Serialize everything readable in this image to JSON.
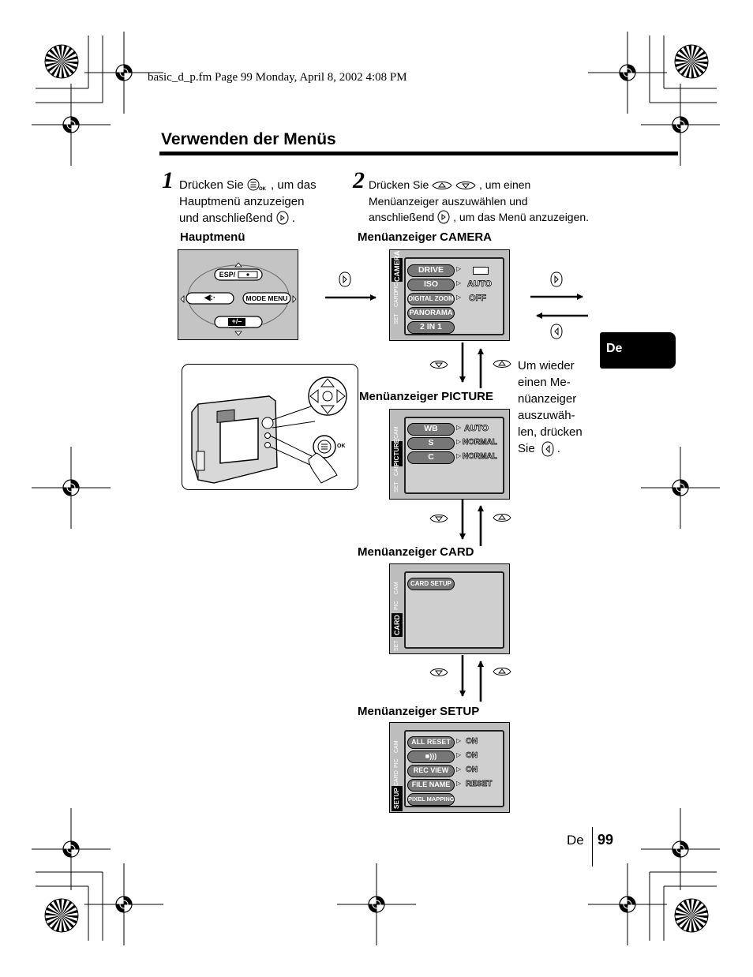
{
  "header": {
    "file_line": "basic_d_p.fm  Page 99  Monday, April 8, 2002  4:08 PM"
  },
  "title": "Verwenden der Menüs",
  "step1": {
    "num": "1",
    "line1_a": "Drücken Sie",
    "line1_b": ", um das",
    "line2": "Hauptmenü anzuzeigen",
    "line3": "und anschließend",
    "line3_end": "."
  },
  "step2": {
    "num": "2",
    "line1_a": "Drücken Sie",
    "line1_b": ", um einen",
    "line2": "Menüanzeiger auszuwählen und",
    "line3_a": "anschließend",
    "line3_b": ", um das Menü anzuzeigen."
  },
  "labels": {
    "hauptmenu": "Hauptmenü",
    "camera": "Menüanzeiger CAMERA",
    "picture": "Menüanzeiger PICTURE",
    "card": "Menüanzeiger CARD",
    "setup": "Menüanzeiger SETUP"
  },
  "side_note": [
    "Um wieder",
    "einen Me-",
    "nüanzeiger",
    "auszuwäh-",
    "len, drücken",
    "Sie"
  ],
  "side_note_end": ".",
  "hauptmenu_screen": {
    "top": "ESP/",
    "left": "◀:·",
    "right": "MODE MENU",
    "bottom": "+/–"
  },
  "camera_screen": {
    "tabs": [
      "SET",
      "CARD",
      "PIC",
      "CAMERA"
    ],
    "items": [
      {
        "label": "DRIVE",
        "value": ""
      },
      {
        "label": "ISO",
        "value": "AUTO"
      },
      {
        "label": "DIGITAL ZOOM",
        "value": "OFF"
      },
      {
        "label": "PANORAMA",
        "value": ""
      },
      {
        "label": "2  IN  1",
        "value": ""
      }
    ]
  },
  "picture_screen": {
    "tabs": [
      "SET",
      "CARD",
      "PICTURE",
      "CAM"
    ],
    "items": [
      {
        "label": "WB",
        "value": "AUTO"
      },
      {
        "label": "S",
        "value": "NORMAL"
      },
      {
        "label": "C",
        "value": "NORMAL"
      }
    ]
  },
  "card_screen": {
    "tabs": [
      "SET",
      "CARD",
      "PIC",
      "CAM"
    ],
    "items": [
      {
        "label": "CARD SETUP",
        "value": ""
      }
    ]
  },
  "setup_screen": {
    "tabs": [
      "SETUP",
      "CARD",
      "PIC",
      "CAM"
    ],
    "items": [
      {
        "label": "ALL  RESET",
        "value": "ON"
      },
      {
        "label": "■)))",
        "value": "ON"
      },
      {
        "label": "REC  VIEW",
        "value": "ON"
      },
      {
        "label": "FILE  NAME",
        "value": "RESET"
      },
      {
        "label": "PIXEL MAPPING",
        "value": ""
      }
    ]
  },
  "camera_illustration": {
    "ok_label": "OK"
  },
  "tab_lang": "De",
  "footer": {
    "lang": "De",
    "page": "99"
  }
}
